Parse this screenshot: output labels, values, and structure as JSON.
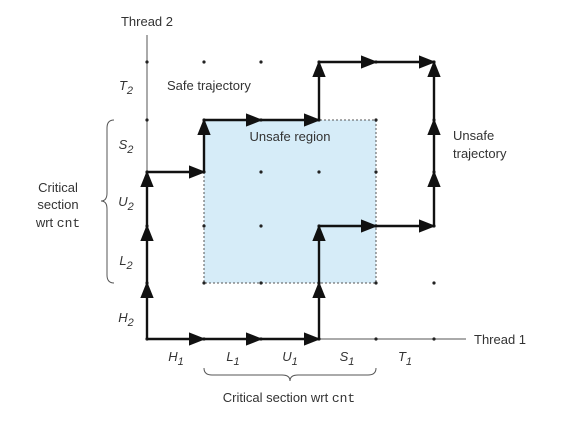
{
  "axes": {
    "x_name": "Thread 1",
    "y_name": "Thread 2"
  },
  "x_ticks": [
    {
      "letter": "H",
      "sub": "1"
    },
    {
      "letter": "L",
      "sub": "1"
    },
    {
      "letter": "U",
      "sub": "1"
    },
    {
      "letter": "S",
      "sub": "1"
    },
    {
      "letter": "T",
      "sub": "1"
    }
  ],
  "y_ticks": [
    {
      "letter": "H",
      "sub": "2"
    },
    {
      "letter": "L",
      "sub": "2"
    },
    {
      "letter": "U",
      "sub": "2"
    },
    {
      "letter": "S",
      "sub": "2"
    },
    {
      "letter": "T",
      "sub": "2"
    }
  ],
  "regions": {
    "unsafe_label": "Unsafe region",
    "fill_color": "#d6ecf8",
    "border_color": "#555555"
  },
  "trajectories": {
    "safe_label": "Safe trajectory",
    "unsafe_label_line1": "Unsafe",
    "unsafe_label_line2": "trajectory"
  },
  "critical_sections": {
    "x_label_prefix": "Critical section wrt ",
    "x_label_var": "cnt",
    "y_label_line1": "Critical",
    "y_label_line2": "section",
    "y_label_line3_prefix": "wrt ",
    "y_label_line3_var": "cnt"
  },
  "colors": {
    "axis": "#555555",
    "trajectory": "#111111",
    "points": "#222222"
  }
}
